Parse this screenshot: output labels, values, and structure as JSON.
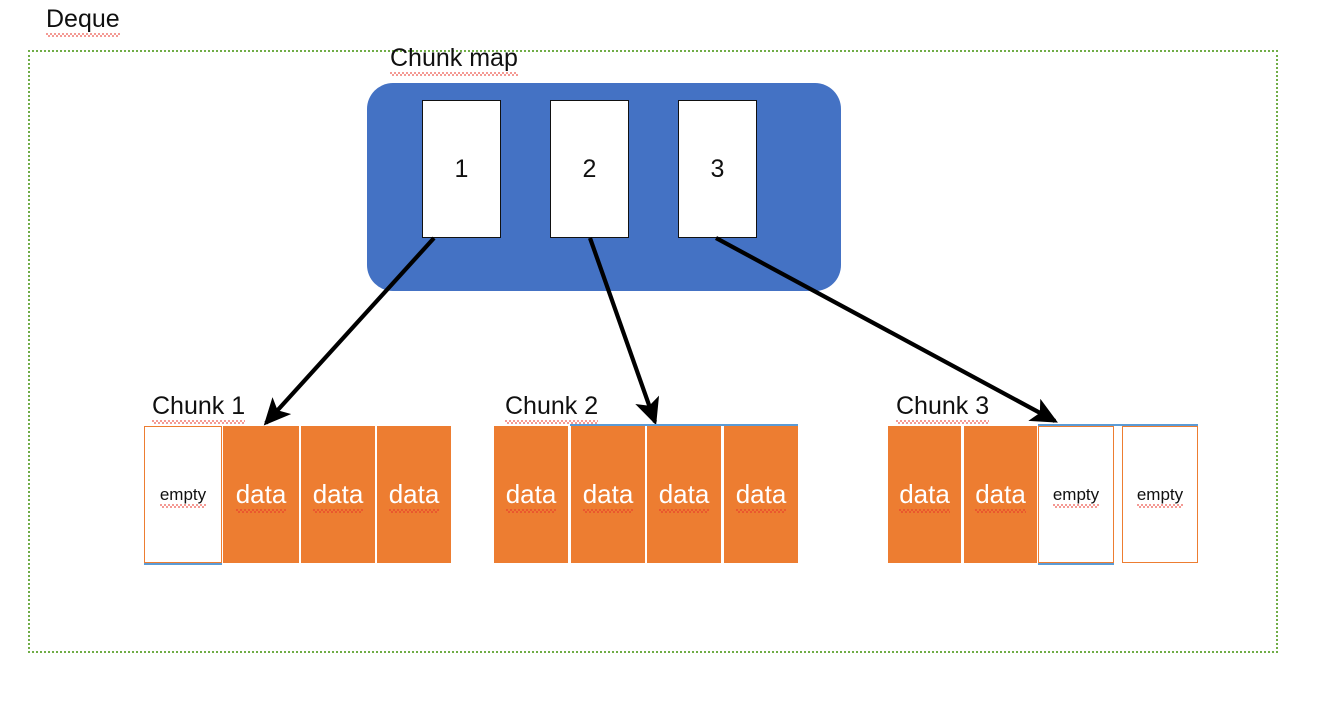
{
  "diagram": {
    "title": "Deque",
    "chunk_map": {
      "label": "Chunk map",
      "cells": [
        {
          "text": "1"
        },
        {
          "text": "2"
        },
        {
          "text": "3"
        }
      ]
    },
    "chunks": [
      {
        "label": "Chunk 1",
        "cells": [
          {
            "text": "empty",
            "state": "empty"
          },
          {
            "text": "data",
            "state": "data"
          },
          {
            "text": "data",
            "state": "data"
          },
          {
            "text": "data",
            "state": "data"
          }
        ]
      },
      {
        "label": "Chunk 2",
        "cells": [
          {
            "text": "data",
            "state": "data"
          },
          {
            "text": "data",
            "state": "data"
          },
          {
            "text": "data",
            "state": "data"
          },
          {
            "text": "data",
            "state": "data"
          }
        ]
      },
      {
        "label": "Chunk 3",
        "cells": [
          {
            "text": "data",
            "state": "data"
          },
          {
            "text": "data",
            "state": "data"
          },
          {
            "text": "empty",
            "state": "empty"
          },
          {
            "text": "empty",
            "state": "empty"
          }
        ]
      }
    ],
    "arrows": [
      {
        "name": "arrow-map1-to-chunk1",
        "from": "1",
        "to": "Chunk 1"
      },
      {
        "name": "arrow-map2-to-chunk2",
        "from": "2",
        "to": "Chunk 2"
      },
      {
        "name": "arrow-map3-to-chunk3",
        "from": "3",
        "to": "Chunk 3"
      }
    ]
  },
  "colors": {
    "map_fill": "#4472C4",
    "data_fill": "#ED7D31",
    "empty_fill": "#FFFFFF",
    "frame_border": "#70AD47",
    "arrow": "#000000",
    "rule": "#5B9BD5",
    "spellcheck": "#E8342A"
  }
}
